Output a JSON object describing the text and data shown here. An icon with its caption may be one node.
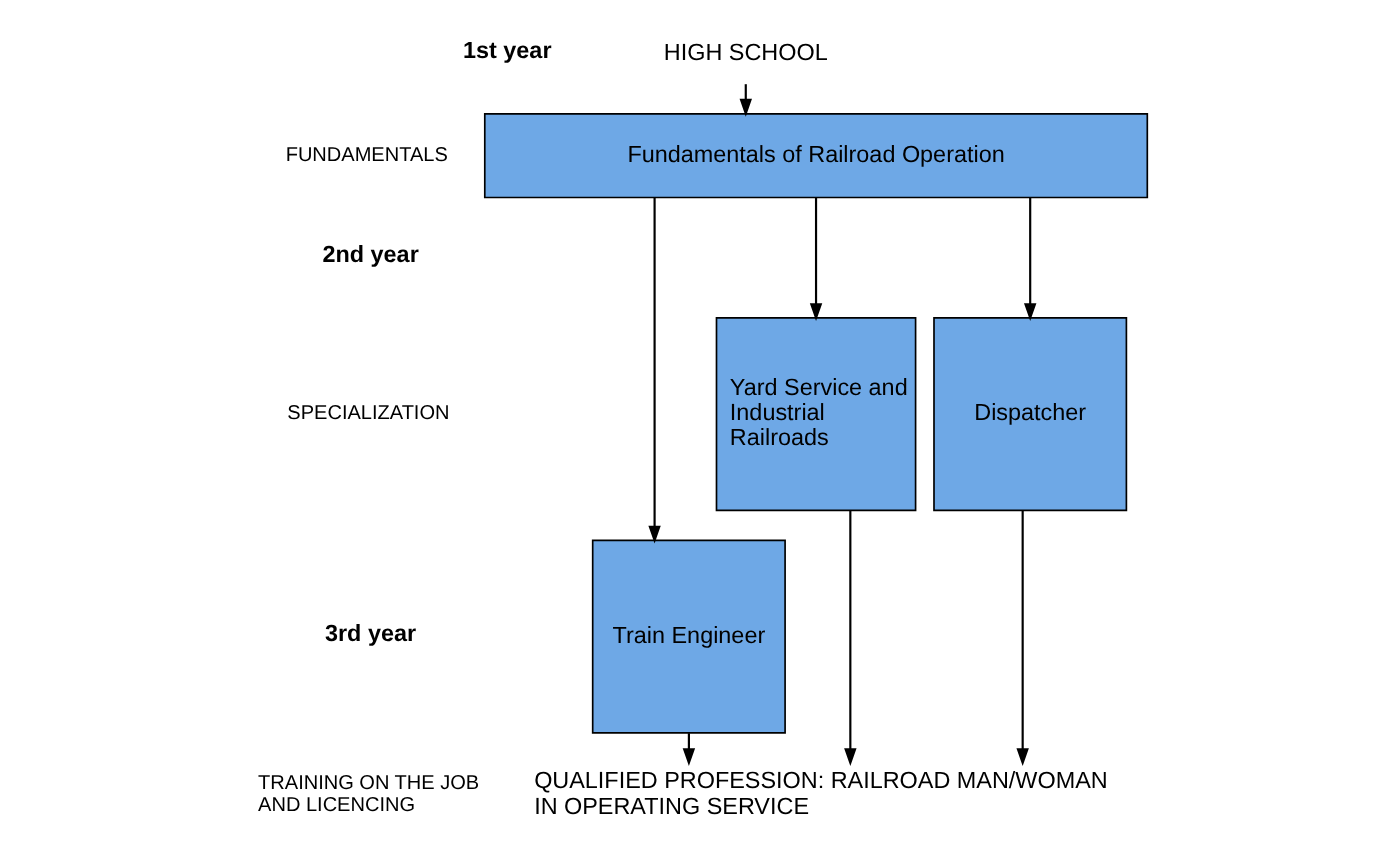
{
  "diagram": {
    "nodes": [
      {
        "text": [
          "HIGH SCHOOL"
        ]
      },
      {
        "text": [
          "Fundamentals of Railroad Operation"
        ]
      },
      {
        "text": [
          "Dispatcher"
        ]
      },
      {
        "text": [
          "Train Engineer"
        ]
      },
      {
        "text": [
          "Yard Service and Industrial Railroads"
        ]
      },
      {
        "text": [
          "QUALIFIED PROFESSION: RAILROAD MAN/WOMAN IN OPERATING SERVICE"
        ]
      }
    ],
    "edges": [
      {
        "from": 0,
        "to": 1,
        "arrow": "to"
      },
      {
        "from": 1,
        "to": 2,
        "arrow": "to"
      },
      {
        "from": 1,
        "to": 3,
        "arrow": "to"
      },
      {
        "from": 1,
        "to": 4,
        "arrow": "to"
      },
      {
        "from": 2,
        "to": 5,
        "arrow": "to"
      },
      {
        "from": 3,
        "to": 5,
        "arrow": "to"
      },
      {
        "from": 4,
        "to": 5,
        "arrow": "to"
      }
    ],
    "labels": [
      "1st year",
      "FUNDAMENTALS",
      "2nd year",
      "SPECIALIZATION",
      "3rd year",
      "TRAINING ON THE JOB AND LICENCING"
    ]
  }
}
